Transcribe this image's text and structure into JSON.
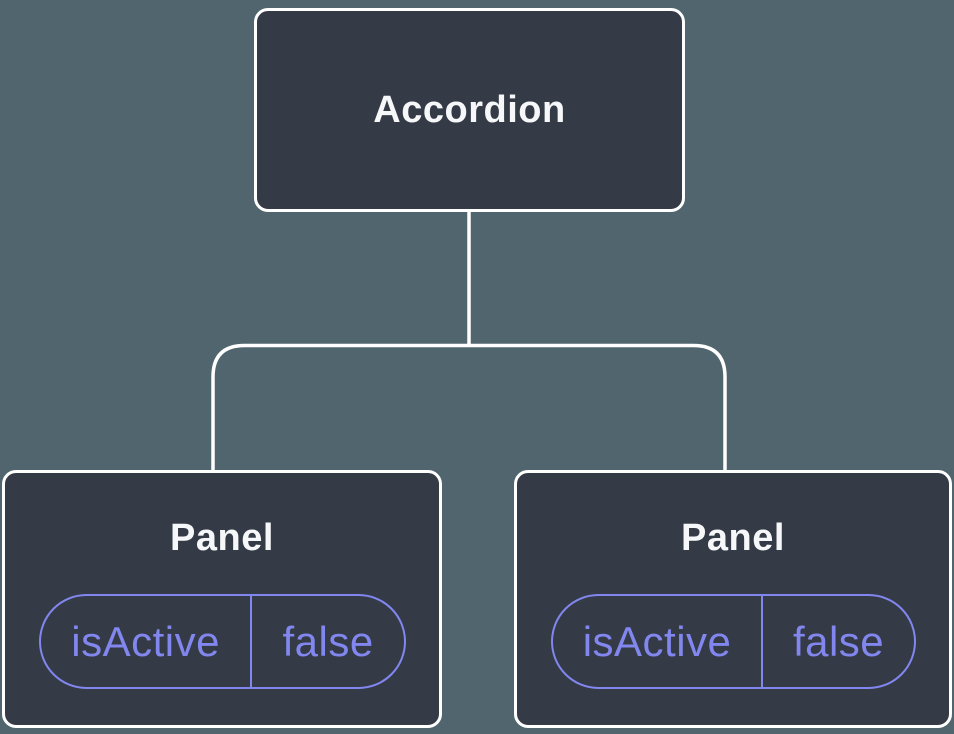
{
  "tree": {
    "root": {
      "label": "Accordion"
    },
    "children": [
      {
        "label": "Panel",
        "state": {
          "name": "isActive",
          "value": "false"
        }
      },
      {
        "label": "Panel",
        "state": {
          "name": "isActive",
          "value": "false"
        }
      }
    ]
  },
  "colors": {
    "background": "#50656D",
    "node_fill": "#343A46",
    "node_border": "#FFFFFF",
    "connector_line": "#FFFFFF",
    "state_accent": "#8287EF",
    "title_text": "#F6F7F9"
  }
}
